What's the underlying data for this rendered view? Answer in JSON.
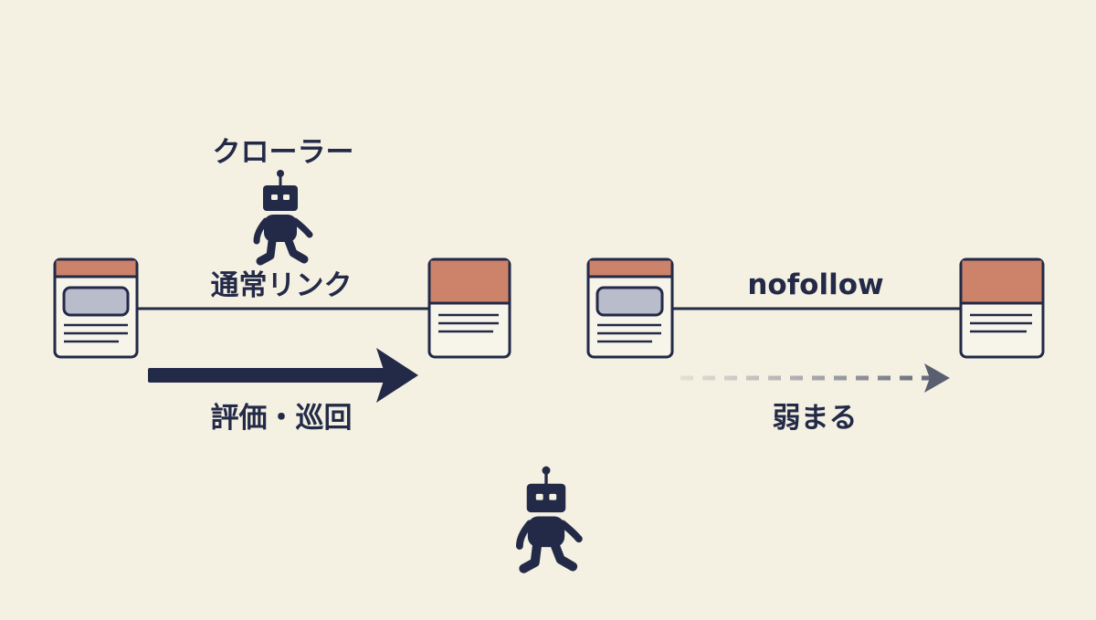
{
  "labels": {
    "crawler": "クローラー",
    "normal_link": "通常リンク",
    "evaluation_crawl": "評価・巡回",
    "nofollow": "nofollow",
    "weakens": "弱まる"
  },
  "icons": {
    "page": "web-page-icon",
    "robot": "robot-icon",
    "arrow": "arrow-right-icon"
  },
  "colors": {
    "background": "#f5f1e2",
    "ink": "#232a48",
    "page_header": "#cd836a",
    "image_placeholder": "#b9bccb",
    "page_fill": "#f7f4ea",
    "dashed_arrow": "#7c8090"
  }
}
